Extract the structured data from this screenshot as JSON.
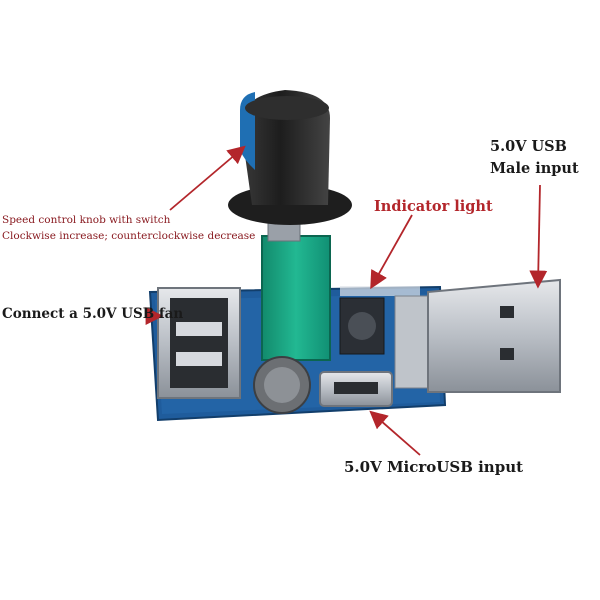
{
  "labels": {
    "speed_knob_line1": "Speed control knob with switch",
    "speed_knob_line2": "Clockwise increase; counterclockwise decrease",
    "indicator_light": "Indicator light",
    "usb_male_line1": "5.0V USB",
    "usb_male_line2": "Male input",
    "usb_fan": "Connect a 5.0V USB fan",
    "micro_usb": "5.0V MicroUSB input"
  },
  "colors": {
    "arrow": "#b3262b",
    "pcb": "#1f5c9c",
    "potentiometer": "#1aa584",
    "knob": "#2a2a2a",
    "metal": "#c8ccd1"
  }
}
